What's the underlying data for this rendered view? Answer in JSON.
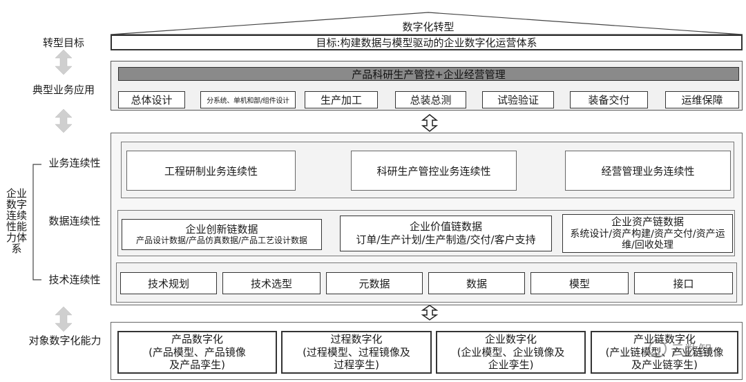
{
  "top": {
    "roof_label": "数字化转型",
    "goal_text": "目标:构建数据与模型驱动的企业数字化运营体系"
  },
  "left_labels": {
    "transform_goal": "转型目标",
    "typical_app": "典型业务应用",
    "enterprise_capability": "企业数字连续性能力体系",
    "business_continuity": "业务连续性",
    "data_continuity": "数据连续性",
    "tech_continuity": "技术连续性",
    "object_capability": "对象数字化能力"
  },
  "application": {
    "banner": "产品科研生产管控+企业经营管理",
    "steps": [
      "总体设计",
      "分系统、单机和部/组件设计",
      "生产加工",
      "总装总测",
      "试验验证",
      "装备交付",
      "运维保障"
    ]
  },
  "business": {
    "items": [
      "工程研制业务连续性",
      "科研生产管控业务连续性",
      "经营管理业务连续性"
    ]
  },
  "data_chains": [
    {
      "title": "企业创新链数据",
      "detail": "产品设计数据/产品仿真数据/产品工艺设计数据"
    },
    {
      "title": "企业价值链数据",
      "detail": "订单/生产计划/生产制造/交付/客户支持"
    },
    {
      "title": "企业资产链数据",
      "detail": "系统设计/资产构建/资产交付/资产运维/回收处理"
    }
  ],
  "tech": {
    "items": [
      "技术规划",
      "技术选型",
      "元数据",
      "数据",
      "模型",
      "接口"
    ]
  },
  "objects": [
    {
      "title": "产品数字化",
      "detail": "(产品模型、产品镜像及产品孪生)"
    },
    {
      "title": "过程数字化",
      "detail": "(过程模型、过程镜像及过程孪生)"
    },
    {
      "title": "企业数字化",
      "detail": "(企业模型、企业镜像及企业孪生)"
    },
    {
      "title": "产业链数字化",
      "detail": "(产业链模型、产业链镜像及产业链孪生)"
    }
  ],
  "watermark": "云数智"
}
